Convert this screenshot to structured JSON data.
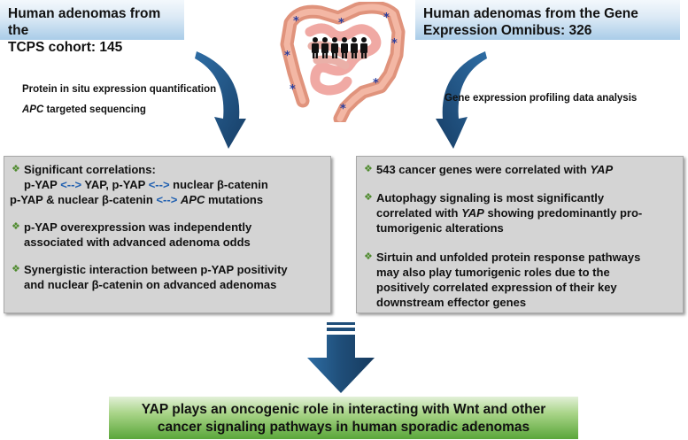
{
  "left_source": {
    "line1": "Human adenomas from the",
    "line2": "TCPS cohort: 145"
  },
  "right_source": {
    "line1": "Human adenomas from the Gene",
    "line2": "Expression Omnibus: 326"
  },
  "left_steps": {
    "step1": "Protein in situ expression quantification",
    "step2_italic": "APC",
    "step2_rest": " targeted sequencing"
  },
  "right_step": "Gene expression profiling data analysis",
  "left_panel": {
    "b1_title": "Significant correlations:",
    "b1_l2_a": "p-YAP ",
    "b1_l2_arrow1": "<-->",
    "b1_l2_b": " YAP,  p-YAP ",
    "b1_l2_arrow2": "<-->",
    "b1_l2_c": " nuclear β-catenin",
    "b1_l3_a": "p-YAP & nuclear β-catenin ",
    "b1_l3_arrow": "<-->",
    "b1_l3_b": " ",
    "b1_l3_italic": "APC",
    "b1_l3_c": " mutations",
    "b2_l1": "p-YAP overexpression was independently",
    "b2_l2": "associated with advanced adenoma odds",
    "b3_l1": "Synergistic interaction between p-YAP positivity",
    "b3_l2": "and nuclear β-catenin on advanced adenomas"
  },
  "right_panel": {
    "b1_a": "543 cancer genes were correlated with ",
    "b1_italic": "YAP",
    "b2_l1": "Autophagy signaling is most significantly",
    "b2_l2_a": "correlated with ",
    "b2_l2_italic": "YAP",
    "b2_l2_b": " showing predominantly pro-",
    "b2_l3": "tumorigenic alterations",
    "b3_l1": "Sirtuin and unfolded protein response pathways",
    "b3_l2": "may also play tumorigenic roles due to the",
    "b3_l3": "positively correlated expression of their key",
    "b3_l4": "downstream effector genes"
  },
  "conclusion": {
    "line1": "YAP plays an oncogenic role in interacting with Wnt and other",
    "line2": "cancer signaling pathways in human sporadic adenomas"
  },
  "colors": {
    "arrow_navy": "#1f4e79",
    "arrow_blue": "#2e6da4",
    "bullet_green": "#4e8a2d",
    "colon_pink": "#e89a86",
    "panel_gray": "#d4d4d4"
  },
  "icons": [
    "colon-illustration",
    "people-group-icon",
    "curved-arrow",
    "down-arrow",
    "diamond-bullet"
  ]
}
